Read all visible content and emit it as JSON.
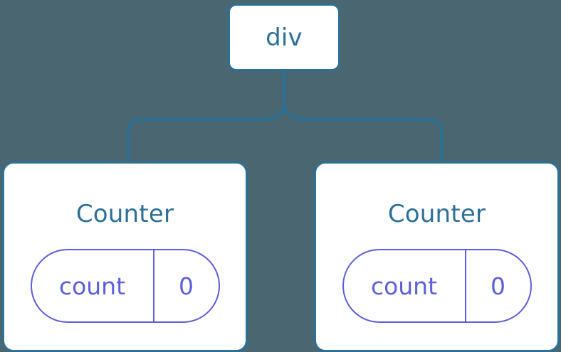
{
  "diagram": {
    "title": "React component tree with local state",
    "background_color": "#4a6670",
    "node_border_color": "#2d7096",
    "node_fill_color": "#ffffff",
    "node_text_color": "#2d7096",
    "state_accent_color": "#5c5fd6",
    "connector_color": "#2d7096"
  },
  "root": {
    "label": "div"
  },
  "children": [
    {
      "label": "Counter",
      "state": {
        "key": "count",
        "value": "0"
      }
    },
    {
      "label": "Counter",
      "state": {
        "key": "count",
        "value": "0"
      }
    }
  ]
}
